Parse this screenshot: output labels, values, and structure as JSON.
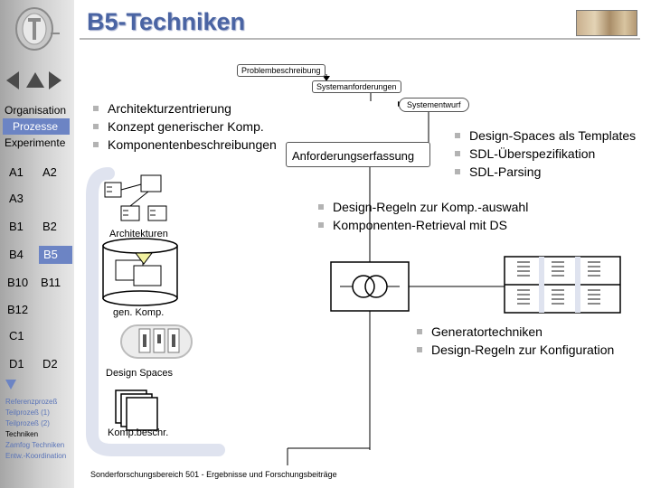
{
  "slide": {
    "title": "B5-Techniken",
    "footer": "Sonderforschungsbereich 501 - Ergebnisse und Forschungsbeiträge"
  },
  "nav": {
    "sections": [
      {
        "label": "Organisation",
        "active": false
      },
      {
        "label": "Prozesse",
        "active": true
      },
      {
        "label": "Experimente",
        "active": false
      }
    ],
    "projects": {
      "a1": "A1",
      "a2": "A2",
      "a3": "A3",
      "b1": "B1",
      "b2": "B2",
      "b4": "B4",
      "b5": "B5",
      "b10": "B10",
      "b11": "B11",
      "b12": "B12",
      "c1": "C1",
      "d1": "D1",
      "d2": "D2"
    },
    "links": [
      "Referenzprozeß",
      "Teilprozeß (1)",
      "Teilprozeß (2)",
      "Techniken",
      "Zamfog Techniken",
      "Entw.-Koordination"
    ],
    "icons": [
      "tu-logo-icon",
      "arrow-left-icon",
      "arrow-up-icon",
      "arrow-right-icon",
      "arrow-down-icon",
      "painting-thumbnail-icon"
    ]
  },
  "diagram": {
    "flow_labels": {
      "problembeschreibung": "Problembeschreibung",
      "systemanforderungen": "Systemanforderungen",
      "systementwurf": "Systementwurf",
      "anforderungserfassung": "Anforderungserfassung"
    },
    "bullets_architecture": [
      "Architekturzentrierung",
      "Konzept generischer Komp.",
      "Komponentenbeschreibungen"
    ],
    "bullets_design_spaces": [
      "Design-Spaces als Templates",
      "SDL-Überspezifikation",
      "SDL-Parsing"
    ],
    "bullets_rules": [
      "Design-Regeln zur Komp.-auswahl",
      "Komponenten-Retrieval mit DS"
    ],
    "bullets_generator": [
      "Generatortechniken",
      "Design-Regeln zur Konfiguration"
    ],
    "icon_labels": {
      "architekturen": "Architekturen",
      "gen_komp": "gen. Komp.",
      "design_spaces": "Design Spaces",
      "komp_beschr": "Komp.beschr."
    },
    "colors": {
      "accent": "#6c84c4",
      "title": "#4a64a3",
      "bullet": "#b3b3b3",
      "background": "#ffffff"
    }
  }
}
